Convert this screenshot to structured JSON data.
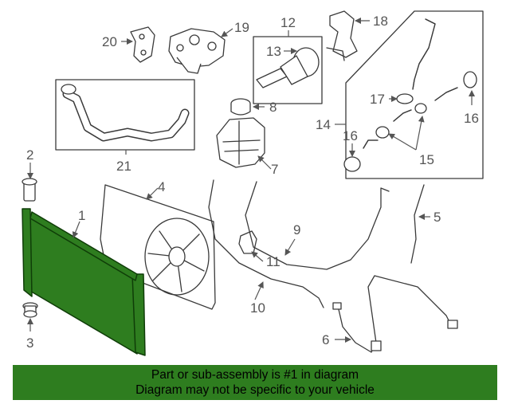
{
  "callouts": {
    "c1": "1",
    "c2": "2",
    "c3": "3",
    "c4": "4",
    "c5": "5",
    "c6": "6",
    "c7": "7",
    "c8": "8",
    "c9": "9",
    "c10": "10",
    "c11": "11",
    "c12": "12",
    "c13": "13",
    "c14": "14",
    "c15": "15",
    "c16a": "16",
    "c16b": "16",
    "c17": "17",
    "c18": "18",
    "c19": "19",
    "c20": "20",
    "c21": "21"
  },
  "banner": {
    "line1": "Part or sub-assembly is #1 in diagram",
    "line2": "Diagram may not be specific to your vehicle"
  },
  "colors": {
    "highlight": "#2e7d1f",
    "banner_bg": "#2e7d1f",
    "callout_text": "#555555",
    "line_art": "#3a3a3a"
  }
}
